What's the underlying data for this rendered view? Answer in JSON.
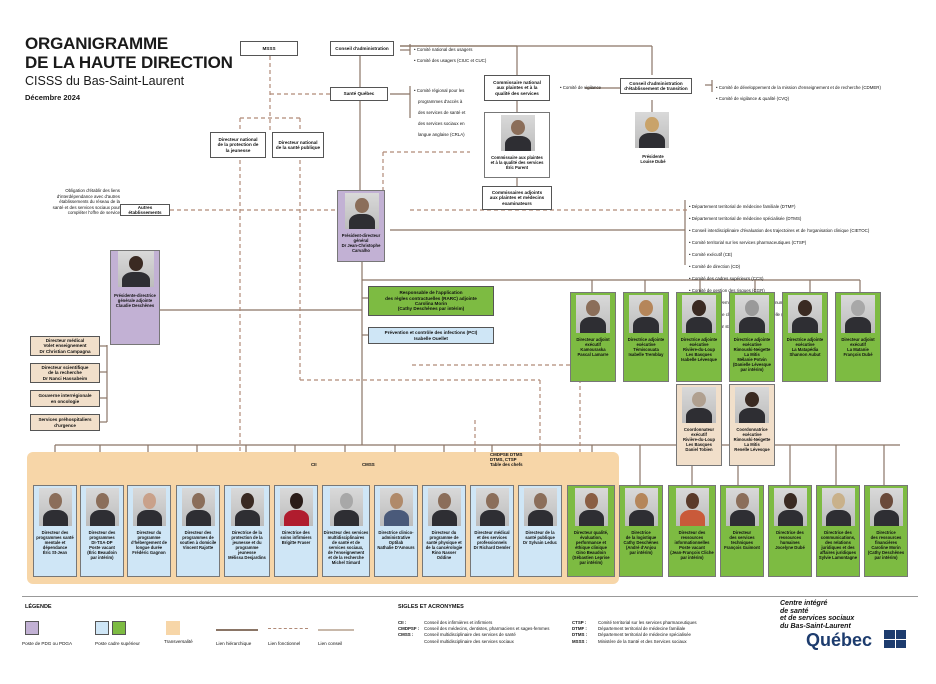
{
  "header": {
    "title_line1": "ORGANIGRAMME",
    "title_line2": "DE LA HAUTE DIRECTION",
    "subtitle": "CISSS du Bas-Saint-Laurent",
    "date": "Décembre 2024"
  },
  "boxes": {
    "msss": "MSSS",
    "ca": "Conseil d'administration",
    "sante_quebec": "Santé Québec",
    "comm_national": "Commissaire national\naux plaintes et à la\nqualité des services",
    "ca_transition": "Conseil d'administration\nd'établissement de transition",
    "dir_protection": "Directeur national\nde la protection de\nla jeunesse",
    "dir_sante_pub": "Directeur national\nde la santé publique",
    "autres": "Autres établissements",
    "comm_adjoints": "Commissaires adjoints\naux plaintes et médecins\nexaminateurs",
    "rsc": "Responsable de l'application\ndes règles contractuelles (RARC) adjointe\nCarolina Morin\n(Cathy Deschênes par intérim)",
    "pci": "Prévention et contrôle des infections (PCI)\nIsabelle Ouellet",
    "dir_medical": "Directeur médical\nVolet enseignement\nDr Christian Campagna",
    "dir_scientifique": "Directeur scientifique\nde la recherche\nDr Nanci Hassabeim",
    "gouverne": "Gouverne interrégionale\nen oncologie",
    "services_pre": "Services préhospitaliers\nd'urgence"
  },
  "ca_list": [
    "Comité national des usagers",
    "Comité des usagers (CIUC et CUC)"
  ],
  "sq_list": [
    "Comité régional pour les",
    "programmes d'accès à",
    "des services de santé et",
    "des services sociaux en",
    "langue anglaise (CRLA)"
  ],
  "vigilance": "Comité de vigilance",
  "transition_list": [
    "Comité de développement de la mission d'enseignement et de recherche (CDMER)",
    "Comité de vigilance & qualité (CVQ)"
  ],
  "obligation": "Obligation d'établir des liens\nd'interdépendance avec d'autres\nétablissements du réseau de la\nsanté et des services sociaux pour\ncompléter l'offre de service",
  "committees": [
    "Département territorial de médecine familiale (DTMF)",
    "Département territorial de médecine spécialisée (DTMS)",
    "Conseil interdisciplinaire d'évaluation des trajectoires et de l'organisation clinique (CIETOC)",
    "Comité territorial sur les services pharmaceutiques (CTSP)",
    "Comité exécutif (CE)",
    "Comité de direction (CD)",
    "Comité des cadres supérieurs (CCS)",
    "Comité de gestion des risques (CGR)",
    "Comité de gouvernance en transformation numérique (CGTN)",
    "Comité d'éthique clinique et organisationnelle (CECO)",
    "Comité directeur stratégique de PCI"
  ],
  "people": {
    "commissaire": "Commissaire aux plaintes\net à la qualité des services\nÉric Parent",
    "presidente": "Présidente\nLouise Dubé",
    "pdg": "Président-directeur\ngénéral\nDr Jean-Christophe\nCarvalho",
    "pdga": "Présidente-directrice\ngénérale adjointe\nClaudie Deschênes"
  },
  "green_top": [
    "Directeur adjoint\nexécutif\nKamouraska\nPascal Lamarre",
    "Directrice adjointe\nexécutive\nTémiscouata\nIsabelle Tremblay",
    "Directrice adjointe\nexécutive\nRivière-du-Loup\nLes Basques\nIsabelle Lévesque",
    "Directrice adjointe\nexécutive\nRimouski-Neigette\nLa Mitis\nMélanie Potvin\n(Danielle Lévesque\npar intérim)",
    "Directrice adjointe\nexécutive\nLa Matapédia\nShannon Aubut",
    "Directeur adjoint\nexécutif\nLa Matanie\nFrançois Dubé"
  ],
  "beige_mid": [
    "Coordonnateur\nexécutif\nRivière-du-Loup\nLes Basques\nDaniel Tobien",
    "Coordonnatrice\nexécutive\nRimouski-Neigette\nLa Mitis\nRenelle Lévesque"
  ],
  "band_labels": {
    "cii": "CII",
    "cmss": "CMSS",
    "cmdpse": "CMDPSE DTMS\nDTMS, CTSP\nTable des chefs"
  },
  "bottom": [
    "Directeur des\nprogrammes santé\nmentale et\ndépendance\nÉric St-Jean",
    "Directeur des\nprogrammes\nDI-TSA-DP\nPoste vacant\n(Éric Beaudoin\npar intérim)",
    "Directeur du\nprogramme\nd'hébergement de\nlongue durée\nFrédéric Gagnon",
    "Directeur des\nprogrammes de\nsoutien à domicile\nVincent Rajotte",
    "Directrice de la\nprotection de la\njeunesse et du\nprogramme\njeunesse\nMélissa Desjardins",
    "Directrice des\nsoins infirmiers\nBrigitte Fraser",
    "Directeur des services\nmultidisciplinaires\nde santé et de\nservices sociaux,\nde l'enseignement\net de la recherche\nMichel Simard",
    "Directrice clinico-\nadministrative\nOptilab\nNathalie D'Amours",
    "Directeur du\nprogramme de\nsanté physique et\nde la cancérologie\nRino Nasser\nOddine",
    "Directeur médical\net des services\nprofessionnels\nDr Richard Demler",
    "Directeur de la\nsanté publique\nDr Sylvain Leduc",
    "Directeur qualité,\névaluation,\nperformance et\néthique clinique\nGino Beaudoin\n(Sébastien Leprise\npar intérim)",
    "Directrice\nde la logistique\nCathy Deschênes\n(André d'Anjou\npar intérim)",
    "Directeur des\nressources\ninformationnelles\nPoste vacant\n(Jean-François Cliche\npar intérim)",
    "Directeur\ndes services\ntechniques\nFrançois Guimont",
    "Directrice des\nressources\nhumaines\nJocelyne Dubé",
    "Directrice des\ncommunications,\ndes relations\njuridiques et des\naffaires juridiques\nSylvie Lamontagne",
    "Directrice\ndes ressources\nfinancières\nCaroline Morin\n(Cathy Deschênes\npar intérim)"
  ],
  "legend": {
    "title": "LÉGENDE",
    "purple": "Poste de PDG ou PDGA",
    "blue_green": "Poste cadre supérieur",
    "beige": "Transversalité",
    "line_h": "Lien hiérarchique",
    "line_f": "Lien fonctionnel",
    "line_c": "Lien conseil"
  },
  "sigles": {
    "title": "SIGLES ET ACRONYMES",
    "col1": "CII :\nCMDPSF :\nCMSS :",
    "col1b": "Conseil des infirmières et infirmiers\nConseil des médecins, dentistes, pharmaciens et sages-femmes\nConseil multidisciplinaire des services de santé\nConseil multidisciplinaire des services sociaux",
    "col2": "CTSP :\nDTMF :\nDTMS :\nMSSS :",
    "col2b": "Comité territorial sur les services pharmaceutiques\nDépartement territorial de médecine familiale\nDépartement territorial de médecine spécialisée\nMinistère de la Santé et des Services sociaux"
  },
  "logo": {
    "line1": "Centre intégré",
    "line2": "de santé",
    "line3": "et de services sociaux",
    "line4": "du Bas-Saint-Laurent",
    "quebec": "Québec"
  },
  "colors": {
    "purple": "#c2b1d4",
    "blue": "#cfe6f6",
    "green": "#7dbb42",
    "beige": "#f1dfca",
    "band": "#f7d6a8",
    "line": "#8a7566"
  }
}
